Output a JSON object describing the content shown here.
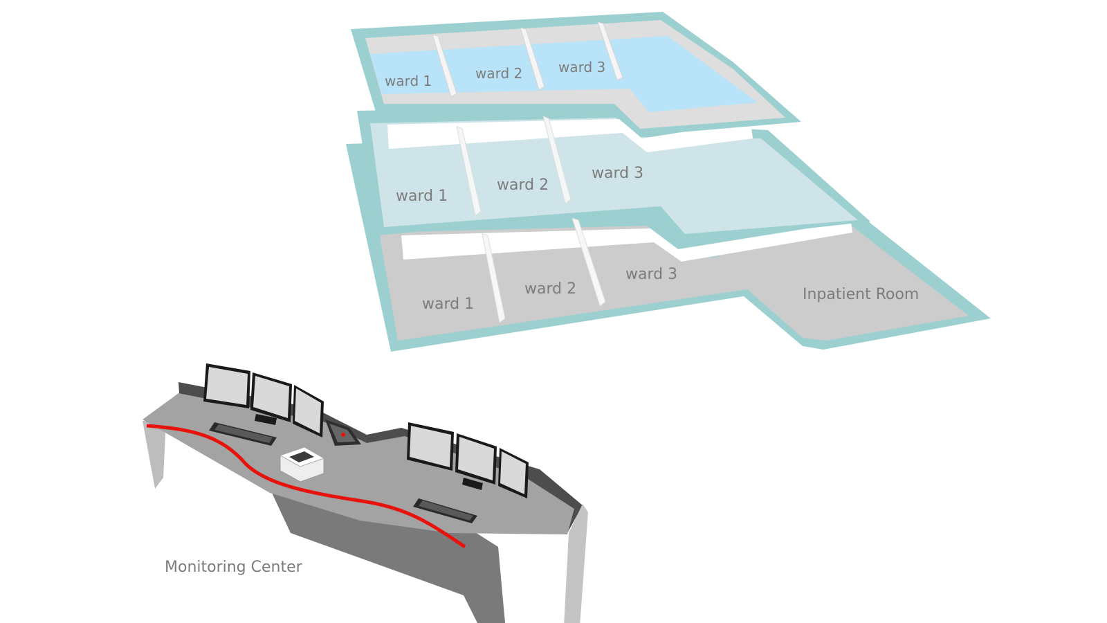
{
  "floors": [
    {
      "name": "floor-top",
      "fill": "#b8e3f8",
      "wards": [
        "ward 1",
        "ward 2",
        "ward 3"
      ]
    },
    {
      "name": "floor-middle",
      "fill": "#cfe4e9",
      "wards": [
        "ward 1",
        "ward 2",
        "ward 3"
      ]
    },
    {
      "name": "floor-bottom",
      "fill": "#cccccc",
      "wards": [
        "ward 1",
        "ward 2",
        "ward 3"
      ],
      "room_label": "Inpatient Room"
    }
  ],
  "colors": {
    "floor_border": "#9ccfcf",
    "desk_top": "#a3a3a3",
    "desk_side": "#7d7d7d",
    "desk_back": "#4d4d4d",
    "cable": "#e8120c",
    "monitor_screen": "#d9d9d9",
    "monitor_frame": "#1a1a1a"
  },
  "monitoring": {
    "label": "Monitoring Center",
    "icons": [
      "monitor-icon",
      "keyboard-icon",
      "printer-icon",
      "phone-icon"
    ]
  }
}
